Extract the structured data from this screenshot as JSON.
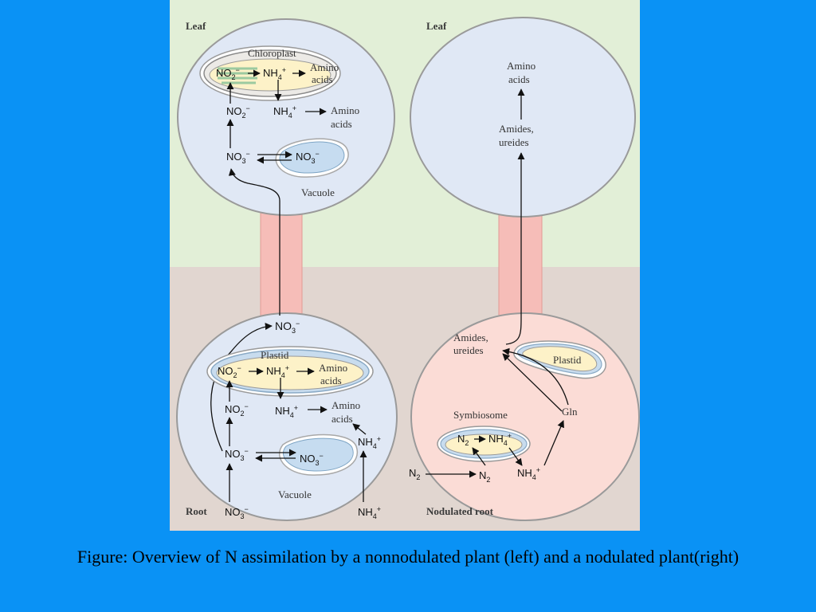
{
  "labels": {
    "leaf_left": "Leaf",
    "leaf_right": "Leaf",
    "root": "Root",
    "nodulated_root": "Nodulated root",
    "chloroplast": "Chloroplast",
    "plastid_root": "Plastid",
    "plastid_nodule": "Plastid",
    "vacuole_leaf": "Vacuole",
    "vacuole_root": "Vacuole",
    "symbiosome": "Symbiosome"
  },
  "terms": {
    "amino": "Amino",
    "acids": "acids",
    "amides": "Amides,",
    "ureides": "ureides",
    "gln": "Gln"
  },
  "formulas": {
    "no": "NO",
    "nh": "NH",
    "n": "N",
    "sub2": "2",
    "sub3": "3",
    "sub4": "4",
    "minus": "−",
    "plus": "+"
  },
  "caption": "Figure: Overview of N assimilation by a nonnodulated plant (left) and a nodulated plant(right)",
  "colors": {
    "background": "#0a92f5",
    "leaf_zone": "#e2efd7",
    "root_zone": "#e1d6d0",
    "cell_fill": "#e0e8f5",
    "nodule_fill": "#fbdcd6",
    "organelle_fill": "#fdf2c8",
    "vacuole_fill": "#c6dcf0",
    "stem": "#f6bdb8"
  }
}
